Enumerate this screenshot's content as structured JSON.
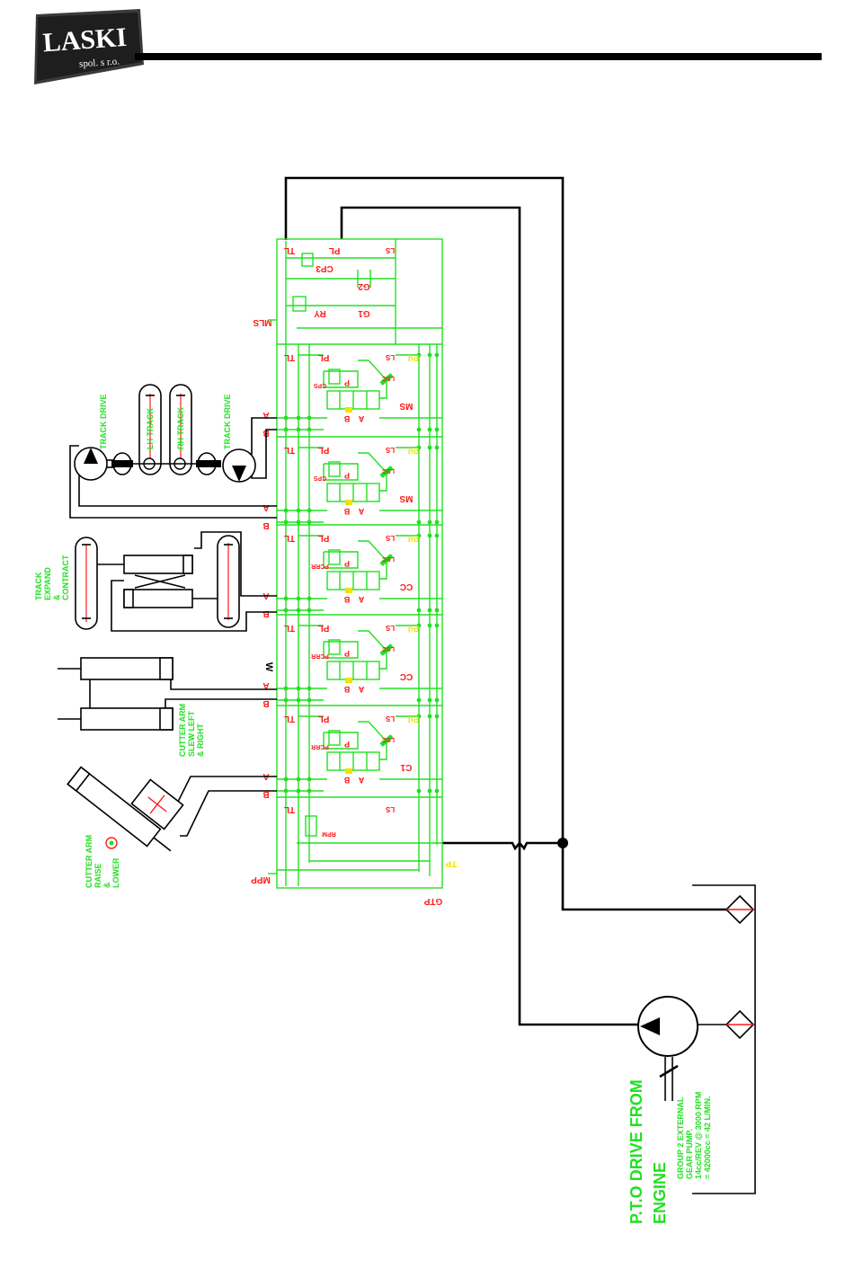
{
  "logo": {
    "name": "LASKI",
    "sub": "spol. s r.o."
  },
  "colors": {
    "green": "#22e022",
    "red": "#ff1a1a",
    "yellow": "#f2e200",
    "black": "#000000"
  },
  "inlet": {
    "tl": "TL",
    "pl": "PL",
    "ls": "LS",
    "cp3": "CP3",
    "g2": "G2",
    "g1": "G1",
    "ry": "RY",
    "mls": "MLS"
  },
  "sections": [
    {
      "code": "MS",
      "comp": "CPS",
      "a": "A",
      "b": "B"
    },
    {
      "code": "MS",
      "comp": "CPS",
      "a": "A",
      "b": "B"
    },
    {
      "code": "CC",
      "comp": "PCRR",
      "a": "A",
      "b": "B"
    },
    {
      "code": "CC",
      "comp": "PCRR",
      "a": "A",
      "b": "B"
    },
    {
      "code": "C1",
      "comp": "PCRR",
      "a": "A",
      "b": "B"
    }
  ],
  "section_labels": {
    "tl": "TL",
    "pl": "PL",
    "ls": "LS",
    "pil": "Pil",
    "lsc": "LSC",
    "p": "P",
    "a": "A",
    "b": "B"
  },
  "outlet": {
    "tl": "TL",
    "rpm": "RPM",
    "mpp": "MPP",
    "gtp": "GTP",
    "tp": "TP",
    "ls": "LS"
  },
  "port_w": "W",
  "functions": {
    "track_drive_left": "TRACK DRIVE",
    "lh_track": "LH TRACK",
    "rh_track": "RH TRACK",
    "track_drive_right": "TRACK DRIVE",
    "track_expand": [
      "TRACK",
      "EXPAND",
      "&",
      "CONTRACT"
    ],
    "cutter_slew": [
      "CUTTER ARM",
      "SLEW LEFT",
      "& RIGHT"
    ],
    "cutter_raise": [
      "CUTTER ARM",
      "RAISE",
      "&",
      "LOWER"
    ]
  },
  "pump": {
    "title": [
      "P.T.O DRIVE FROM",
      "ENGINE"
    ],
    "spec": [
      "GROUP 2 EXTERNAL",
      "GEAR PUMP.",
      "14cc/REV @ 3000 RPM",
      "= 42000cc = 42 L/MIN."
    ]
  }
}
